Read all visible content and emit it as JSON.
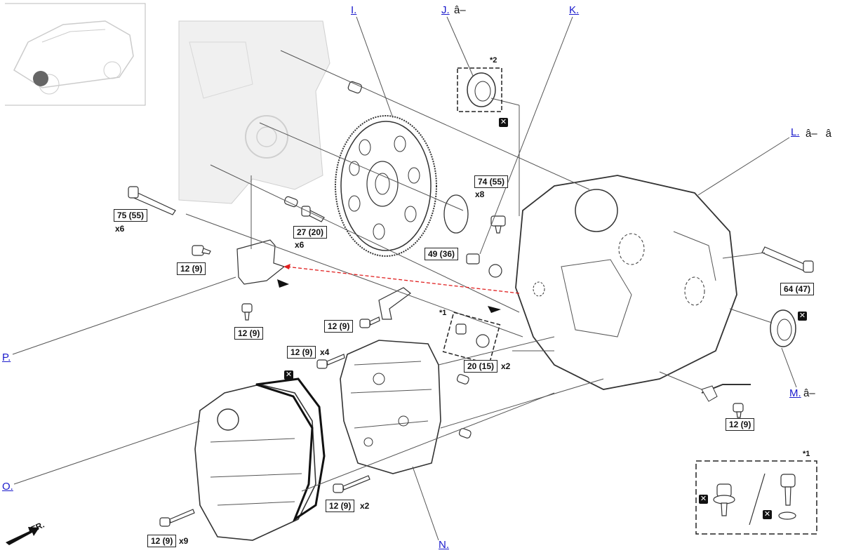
{
  "callouts": {
    "I": "I.",
    "J": "J.",
    "J_suffix": "â–",
    "K": "K.",
    "L": "L.",
    "L_suffix": "â–â",
    "M": "M.",
    "M_suffix": "â–",
    "N": "N.",
    "O": "O.",
    "P": "P."
  },
  "torques": {
    "t75": "75 (55)",
    "t27": "27 (20)",
    "t74": "74 (55)",
    "t49": "49 (36)",
    "t64": "64 (47)",
    "t12a": "12 (9)",
    "t12b": "12 (9)",
    "t12c": "12 (9)",
    "t12d": "12 (9)",
    "t20": "20 (15)",
    "t12e": "12 (9)",
    "t12f": "12 (9)",
    "t12g": "12 (9)"
  },
  "multipliers": {
    "m75": "x6",
    "m27": "x6",
    "m74": "x8",
    "m12d": "x4",
    "m20": "x2",
    "m12f": "x2",
    "m12g": "x9"
  },
  "notes": {
    "star2": "*2",
    "star1a": "*1",
    "star1b": "*1"
  },
  "icons": {
    "replace": "✕"
  },
  "direction": "FR.",
  "colors": {
    "link": "#1a1acc",
    "line": "#555555",
    "arrow": "#e02020"
  }
}
